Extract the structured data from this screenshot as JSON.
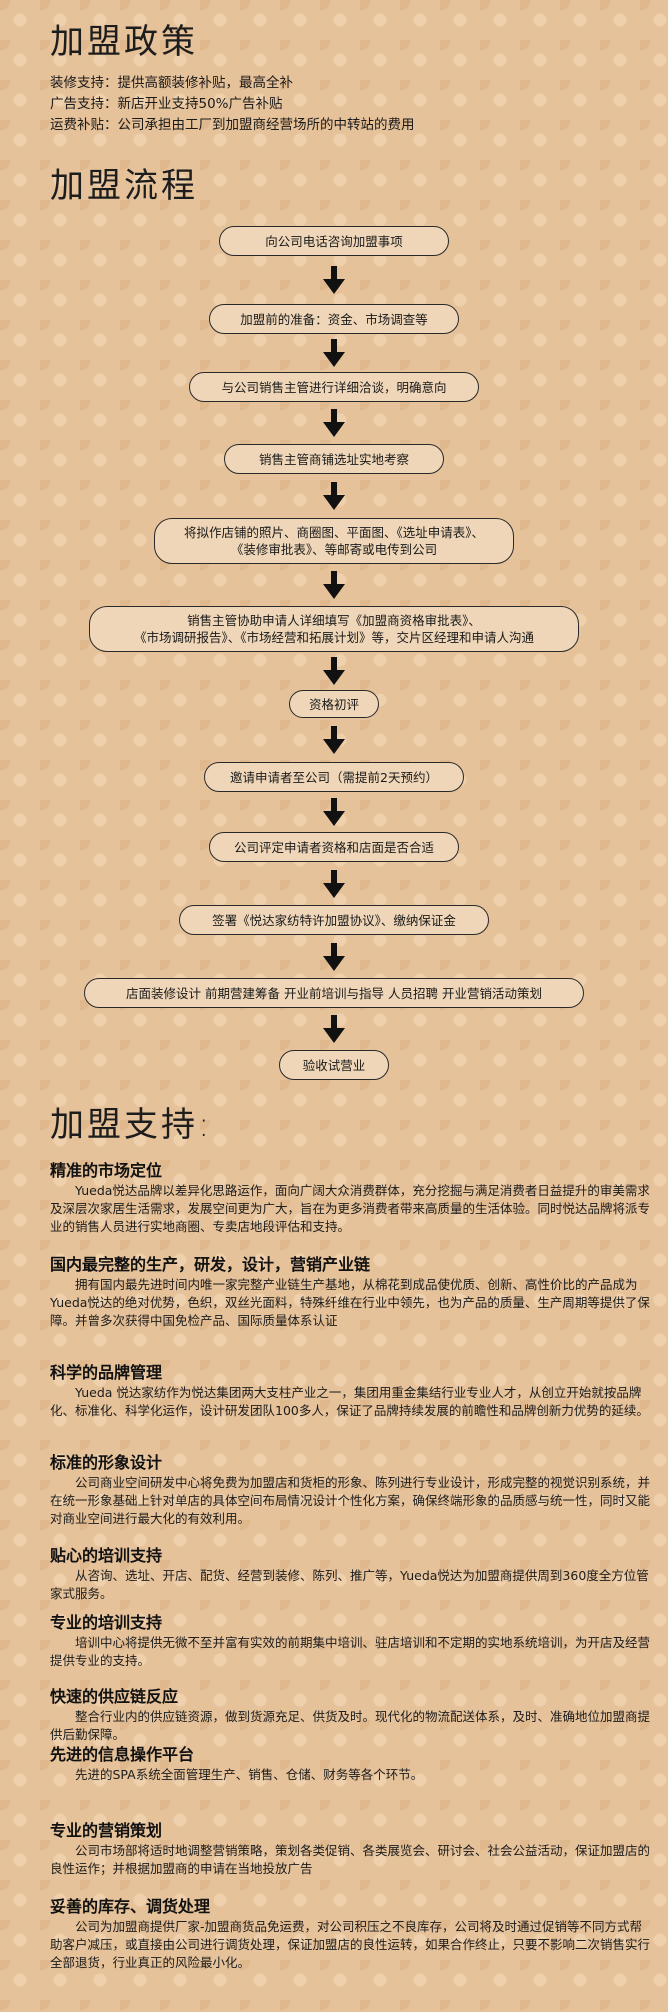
{
  "policy": {
    "title": "加盟政策",
    "lines": [
      "装修支持：提供高额装修补贴，最高全补",
      "广告支持：新店开业支持50%广告补贴",
      "运费补贴：公司承担由工厂到加盟商经营场所的中转站的费用"
    ]
  },
  "flow": {
    "title": "加盟流程",
    "steps": [
      "向公司电话咨询加盟事项",
      "加盟前的准备：资金、市场调查等",
      "与公司销售主管进行详细洽谈，明确意向",
      "销售主管商铺选址实地考察",
      "将拟作店铺的照片、商圈图、平面图、《选址申请表》、\n《装修审批表》、等邮寄或电传到公司",
      "销售主管协助申请人详细填写《加盟商资格审批表》、\n《市场调研报告》、《市场经营和拓展计划》等，交片区经理和申请人沟通",
      "资格初评",
      "邀请申请者至公司（需提前2天预约）",
      "公司评定申请者资格和店面是否合适",
      "签署《悦达家纺特许加盟协议》、缴纳保证金",
      "店面装修设计   前期营建筹备   开业前培训与指导   人员招聘   开业营销活动策划",
      "验收试营业"
    ]
  },
  "support": {
    "title": "加盟支持:",
    "items": [
      {
        "heading": "精准的市场定位",
        "text": "Yueda悦达品牌以差异化思路运作，面向广阔大众消费群体，充分挖掘与满足消费者日益提升的审美需求及深层次家居生活需求，发展空间更为广大，旨在为更多消费者带来高质量的生活体验。同时悦达品牌将派专业的销售人员进行实地商圈、专卖店地段评估和支持。"
      },
      {
        "heading": "国内最完整的生产，研发，设计，营销产业链",
        "text": "拥有国内最先进时间内唯一家完整产业链生产基地，从棉花到成品使优质、创新、高性价比的产品成为Yueda悦达的绝对优势，色织，双丝光面料，特殊纤维在行业中领先，也为产品的质量、生产周期等提供了保障。并曾多次获得中国免检产品、国际质量体系认证"
      },
      {
        "heading": "科学的品牌管理",
        "text": "Yueda 悦达家纺作为悦达集团两大支柱产业之一，集团用重金集结行业专业人才，从创立开始就按品牌化、标准化、科学化运作，设计研发团队100多人，保证了品牌持续发展的前瞻性和品牌创新力优势的延续。"
      },
      {
        "heading": "标准的形象设计",
        "text": "公司商业空间研发中心将免费为加盟店和货柜的形象、陈列进行专业设计，形成完整的视觉识别系统，并在统一形象基础上针对单店的具体空间布局情况设计个性化方案，确保终端形象的品质感与统一性，同时又能对商业空间进行最大化的有效利用。"
      },
      {
        "heading": "贴心的培训支持",
        "text": "从咨询、选址、开店、配货、经营到装修、陈列、推广等，Yueda悦达为加盟商提供周到360度全方位管家式服务。"
      },
      {
        "heading": "专业的培训支持",
        "text": "培训中心将提供无微不至并富有实效的前期集中培训、驻店培训和不定期的实地系统培训，为开店及经营提供专业的支持。"
      },
      {
        "heading": "快速的供应链反应",
        "text": "整合行业内的供应链资源，做到货源充足、供货及时。现代化的物流配送体系，及时、准确地位加盟商提供后勤保障。"
      },
      {
        "heading": "先进的信息操作平台",
        "text": "先进的SPA系统全面管理生产、销售、仓储、财务等各个环节。"
      },
      {
        "heading": "专业的营销策划",
        "text": "公司市场部将适时地调整营销策略，策划各类促销、各类展览会、研讨会、社会公益活动，保证加盟店的良性运作；并根据加盟商的申请在当地投放广告"
      },
      {
        "heading": "妥善的库存、调货处理",
        "text": "公司为加盟商提供厂家-加盟商货品免运费，对公司积压之不良库存，公司将及时通过促销等不同方式帮助客户减压，或直接由公司进行调货处理，保证加盟店的良性运转，如果合作终止，只要不影响二次销售实行全部退货，行业真正的风险最小化。"
      }
    ]
  }
}
